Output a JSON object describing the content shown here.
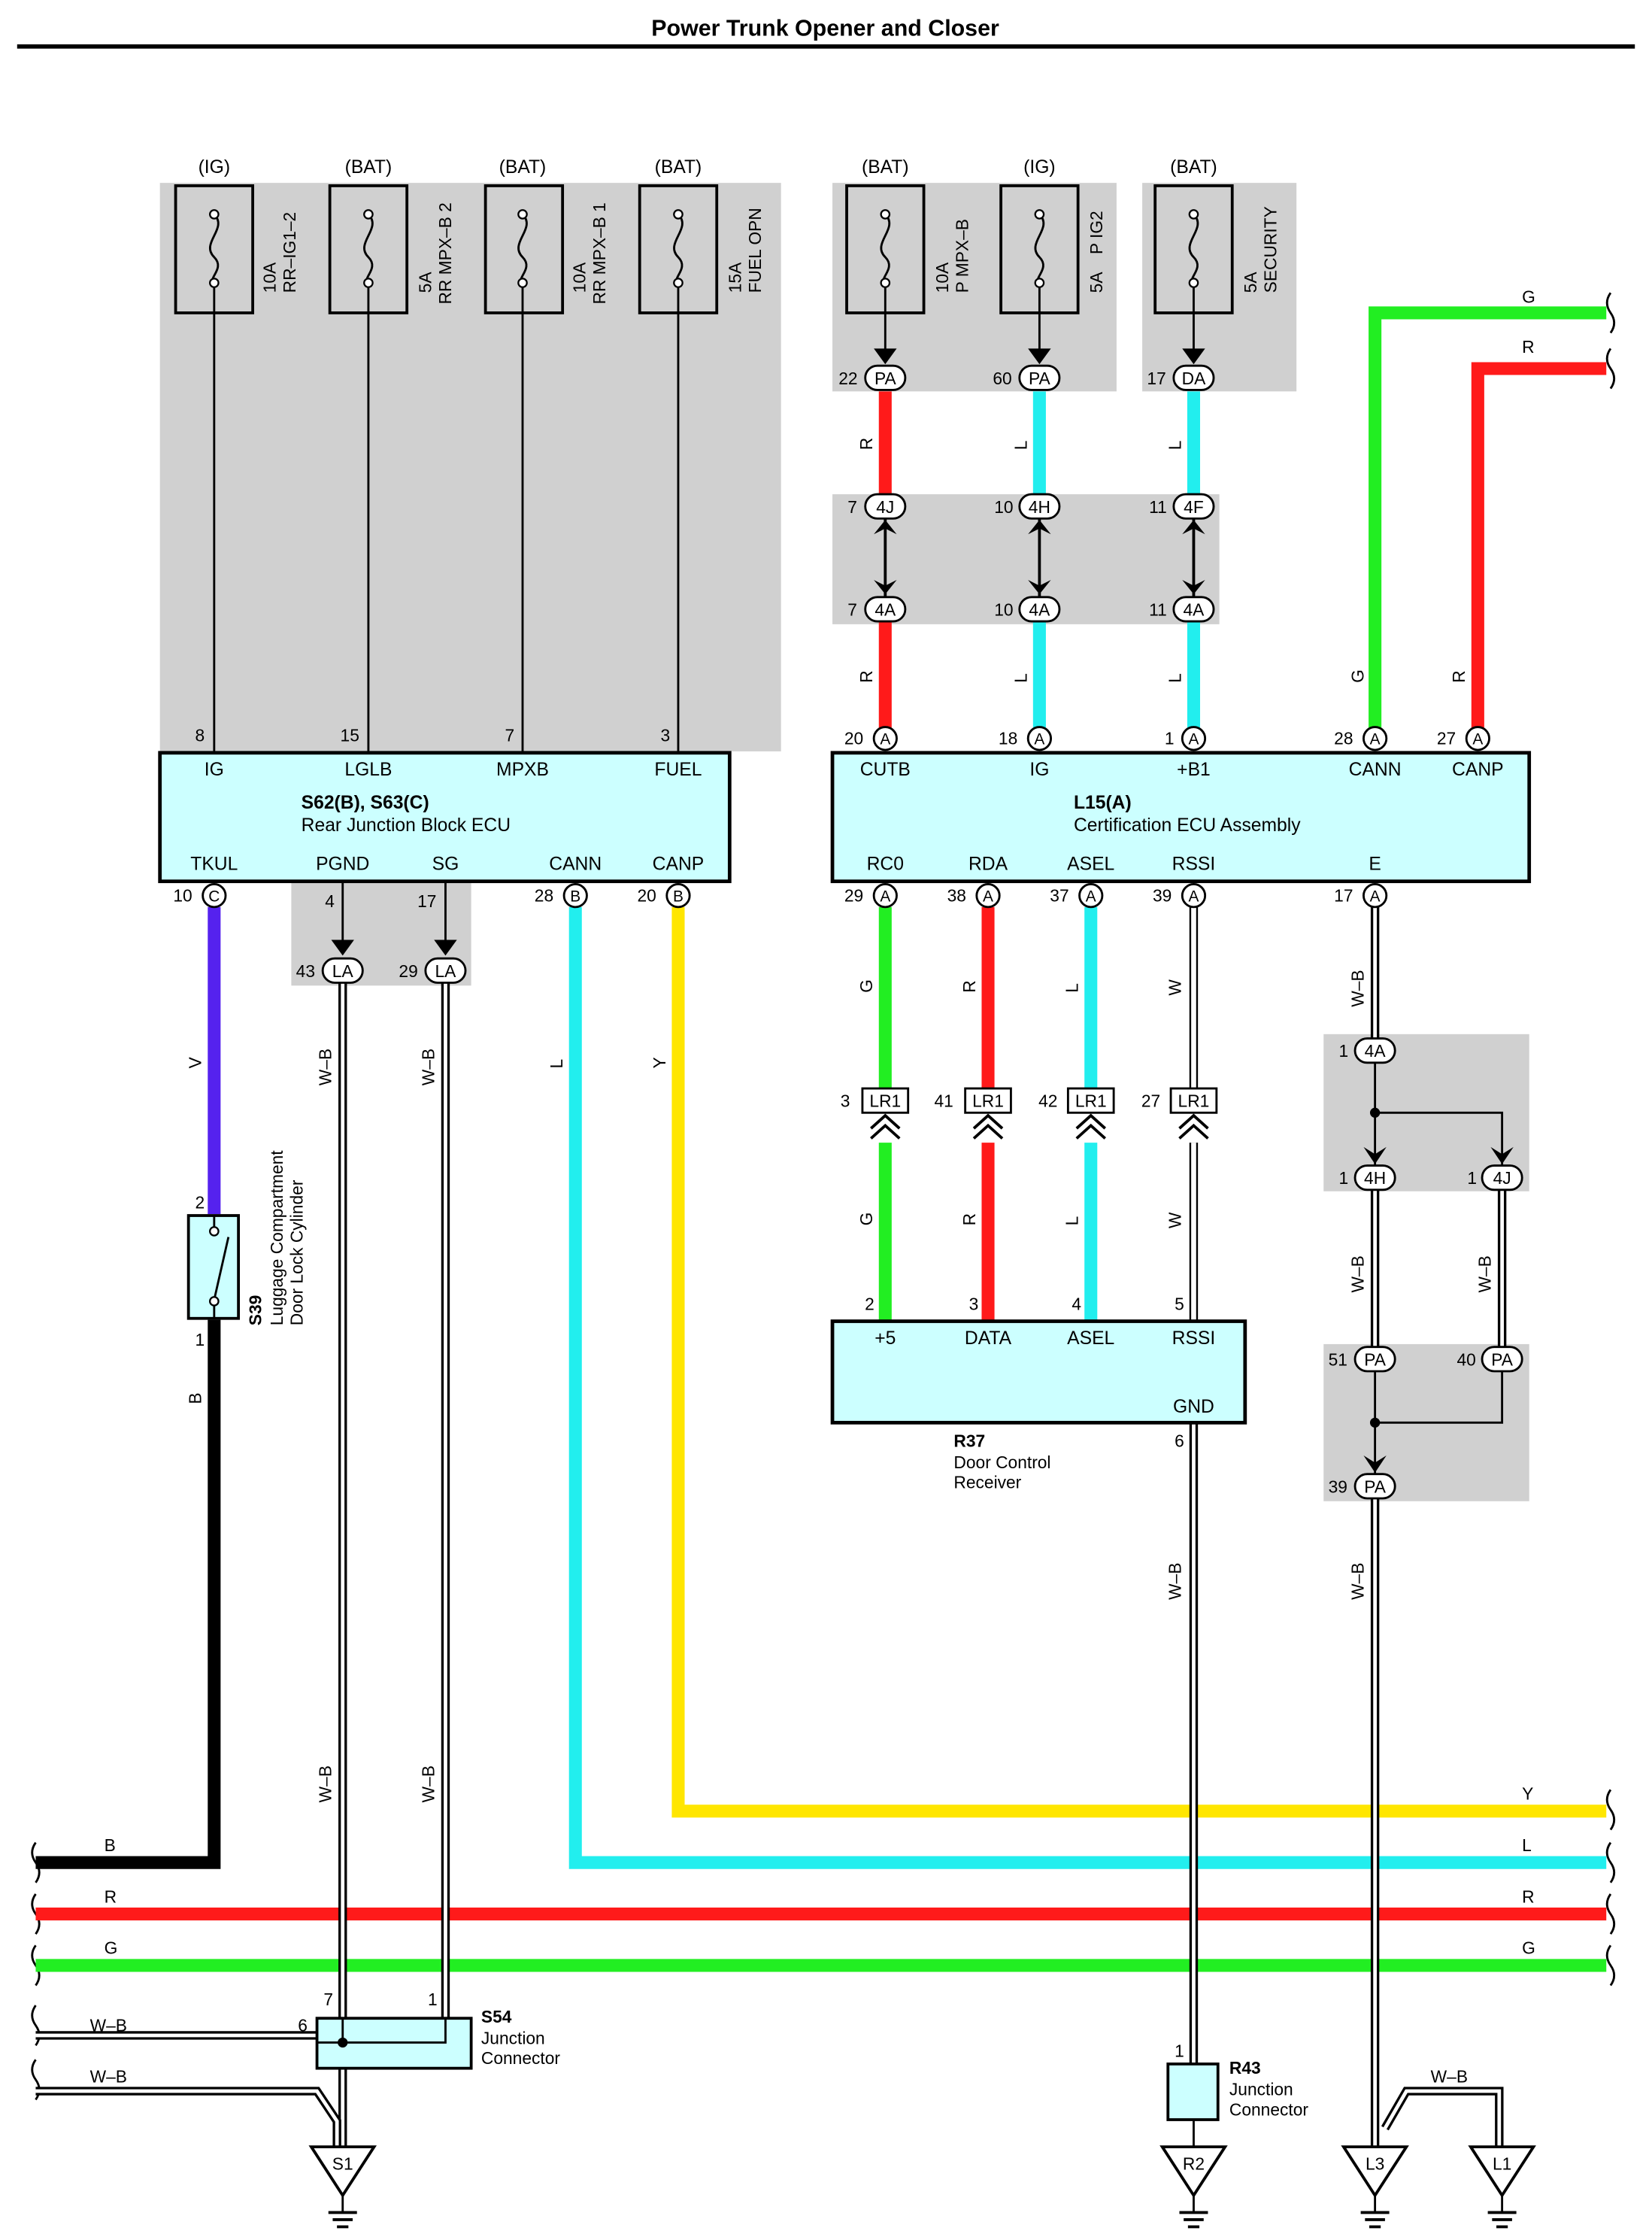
{
  "title": "Power Trunk Opener and Closer",
  "colors": {
    "R": "#ff1a1a",
    "G": "#22ee22",
    "L": "#22eeee",
    "Y": "#ffe600",
    "V": "#5522ee",
    "B": "#000000",
    "W": "#ffffff",
    "ecu": "#ccffff",
    "shade": "#d0d0d0"
  },
  "fuses": [
    {
      "source": "(IG)",
      "rating": "10A",
      "name": "RR–IG1–2",
      "pin": "8"
    },
    {
      "source": "(BAT)",
      "rating": "5A",
      "name": "RR MPX–B 2",
      "pin": "15"
    },
    {
      "source": "(BAT)",
      "rating": "10A",
      "name": "RR MPX–B 1",
      "pin": "7"
    },
    {
      "source": "(BAT)",
      "rating": "15A",
      "name": "FUEL OPN",
      "pin": "3"
    },
    {
      "source": "(BAT)",
      "rating": "10A",
      "name": "P MPX–B",
      "pin": "22"
    },
    {
      "source": "(IG)",
      "rating": "5A",
      "name": "P IG2",
      "pin": "60"
    },
    {
      "source": "(BAT)",
      "rating": "5A",
      "name": "SECURITY",
      "pin": "17"
    }
  ],
  "ecu_rear": {
    "id": "S62(B), S63(C)",
    "name": "Rear Junction Block ECU",
    "top_pins": [
      {
        "num": "8",
        "label": "IG"
      },
      {
        "num": "15",
        "label": "LGLB"
      },
      {
        "num": "7",
        "label": "MPXB"
      },
      {
        "num": "3",
        "label": "FUEL"
      }
    ],
    "bottom_pins": [
      {
        "num": "10",
        "conn": "C",
        "label": "TKUL"
      },
      {
        "num": "4",
        "conn": "",
        "label": "PGND"
      },
      {
        "num": "17",
        "conn": "",
        "label": "SG"
      },
      {
        "num": "28",
        "conn": "B",
        "label": "CANN"
      },
      {
        "num": "20",
        "conn": "B",
        "label": "CANP"
      }
    ]
  },
  "ecu_cert": {
    "id": "L15(A)",
    "name": "Certification ECU Assembly",
    "top_pins": [
      {
        "num": "20",
        "conn": "A",
        "label": "CUTB"
      },
      {
        "num": "18",
        "conn": "A",
        "label": "IG"
      },
      {
        "num": "1",
        "conn": "A",
        "label": "+B1"
      },
      {
        "num": "28",
        "conn": "A",
        "label": "CANN"
      },
      {
        "num": "27",
        "conn": "A",
        "label": "CANP"
      }
    ],
    "bottom_pins": [
      {
        "num": "29",
        "conn": "A",
        "label": "RC0"
      },
      {
        "num": "38",
        "conn": "A",
        "label": "RDA"
      },
      {
        "num": "37",
        "conn": "A",
        "label": "ASEL"
      },
      {
        "num": "39",
        "conn": "A",
        "label": "RSSI"
      },
      {
        "num": "17",
        "conn": "A",
        "label": "E"
      }
    ]
  },
  "receiver": {
    "id": "R37",
    "name_line1": "Door Control",
    "name_line2": "Receiver",
    "pins": [
      {
        "num": "2",
        "label": "+5"
      },
      {
        "num": "3",
        "label": "DATA"
      },
      {
        "num": "4",
        "label": "ASEL"
      },
      {
        "num": "5",
        "label": "RSSI"
      }
    ],
    "gnd_label": "GND",
    "gnd_pin": "6"
  },
  "switch": {
    "id": "S39",
    "name_line1": "Luggage Compartment",
    "name_line2": "Door Lock Cylinder",
    "pin_top": "2",
    "pin_bottom": "1"
  },
  "junction_s54": {
    "id": "S54",
    "name_line1": "Junction",
    "name_line2": "Connector",
    "pin_left": "6",
    "pin_top_left": "7",
    "pin_top_right": "1"
  },
  "junction_r43": {
    "id": "R43",
    "name_line1": "Junction",
    "name_line2": "Connector",
    "pin": "1"
  },
  "connectors": {
    "PA": "PA",
    "DA": "DA",
    "4J": "4J",
    "4H": "4H",
    "4F": "4F",
    "4A": "4A",
    "LA": "LA",
    "LR1": "LR1",
    "A": "A",
    "B": "B",
    "C": "C"
  },
  "connector_pins": {
    "pa22": "22",
    "pa60": "60",
    "da17": "17",
    "j7": "7",
    "h10": "10",
    "f11": "11",
    "a7": "7",
    "a10": "10",
    "a11": "11",
    "la43": "43",
    "la29": "29",
    "lr3": "3",
    "lr41": "41",
    "lr42": "42",
    "lr27": "27",
    "e4a": "1",
    "e4h": "1",
    "e4j": "1",
    "pa51": "51",
    "pa40": "40",
    "pa39": "39"
  },
  "wire_labels": {
    "R": "R",
    "L": "L",
    "G": "G",
    "Y": "Y",
    "V": "V",
    "B": "B",
    "W": "W",
    "WB": "W–B"
  },
  "grounds": [
    "S1",
    "R2",
    "L3",
    "L1"
  ]
}
